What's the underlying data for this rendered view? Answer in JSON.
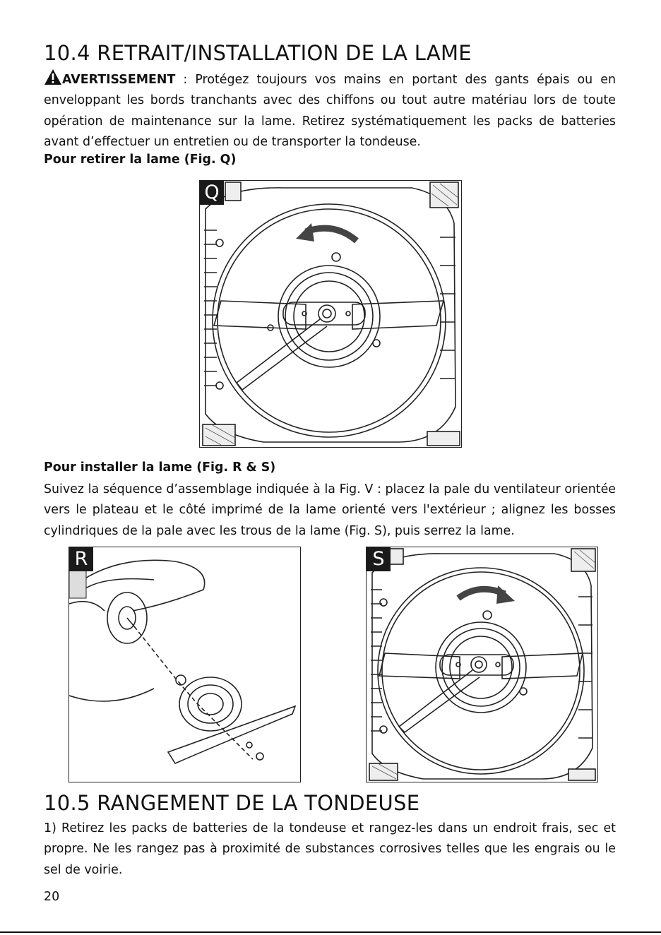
{
  "section_104": {
    "title": "10.4 RETRAIT/INSTALLATION DE LA LAME",
    "warning_label": "AVERTISSEMENT",
    "warning_text": " : Protégez toujours vos mains en portant des gants épais ou en enveloppant les bords tranchants avec des chiffons ou tout autre matériau lors de toute opération de maintenance sur la lame. Retirez systématiquement les packs de batteries avant d’effectuer un entretien ou de transporter la tondeuse.",
    "remove_heading": "Pour retirer la lame (Fig. Q)",
    "install_heading": "Pour installer la lame (Fig. R & S)",
    "install_text": "Suivez la séquence d’assemblage indiquée à la Fig. V : placez la pale du ventilateur orientée vers le plateau et le côté imprimé de la lame orienté vers l'extérieur ; alignez les bosses cylindriques de la pale avec les trous de la lame (Fig. S), puis serrez la lame."
  },
  "figures": {
    "q_label": "Q",
    "r_label": "R",
    "s_label": "S"
  },
  "section_105": {
    "title": "10.5 RANGEMENT DE LA TONDEUSE",
    "text": "1) Retirez les packs de batteries de la tondeuse et rangez-les dans un endroit frais, sec et propre. Ne les rangez pas à proximité de substances corrosives telles que les engrais ou le sel de voirie."
  },
  "page_number": "20"
}
